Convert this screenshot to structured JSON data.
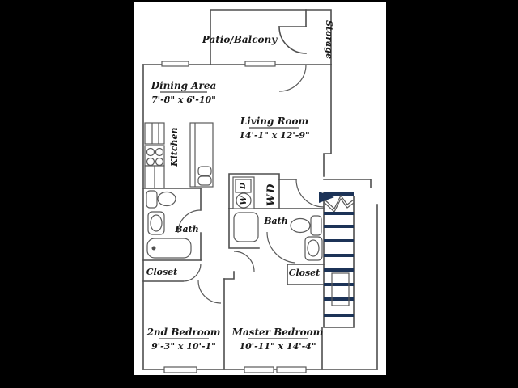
{
  "canvas": {
    "background": "#000000",
    "paper": "#ffffff"
  },
  "colors": {
    "wall": "#4f4f4f",
    "fixture": "#5a5a5a",
    "stair_tread": "#1c3357",
    "text": "#1a1a1a"
  },
  "rooms": {
    "patio": {
      "label": "Patio/Balcony"
    },
    "storage": {
      "label": "Storage"
    },
    "dining": {
      "label": "Dining Area",
      "dims": "7'-8\" x 6'-10\""
    },
    "kitchen": {
      "label": "Kitchen"
    },
    "living": {
      "label": "Living Room",
      "dims": "14'-1\" x 12'-9\""
    },
    "bath1": {
      "label": "Bath"
    },
    "bath2": {
      "label": "Bath"
    },
    "closet1": {
      "label": "Closet"
    },
    "closet2": {
      "label": "Closet"
    },
    "bedroom2": {
      "label": "2nd Bedroom",
      "dims": "9'-3\" x 10'-1\""
    },
    "master": {
      "label": "Master Bedroom",
      "dims": "10'-11\" x 14'-4\""
    },
    "laundry": {
      "label": "WD",
      "washer_letter": "W",
      "dryer_letter": "D"
    }
  }
}
